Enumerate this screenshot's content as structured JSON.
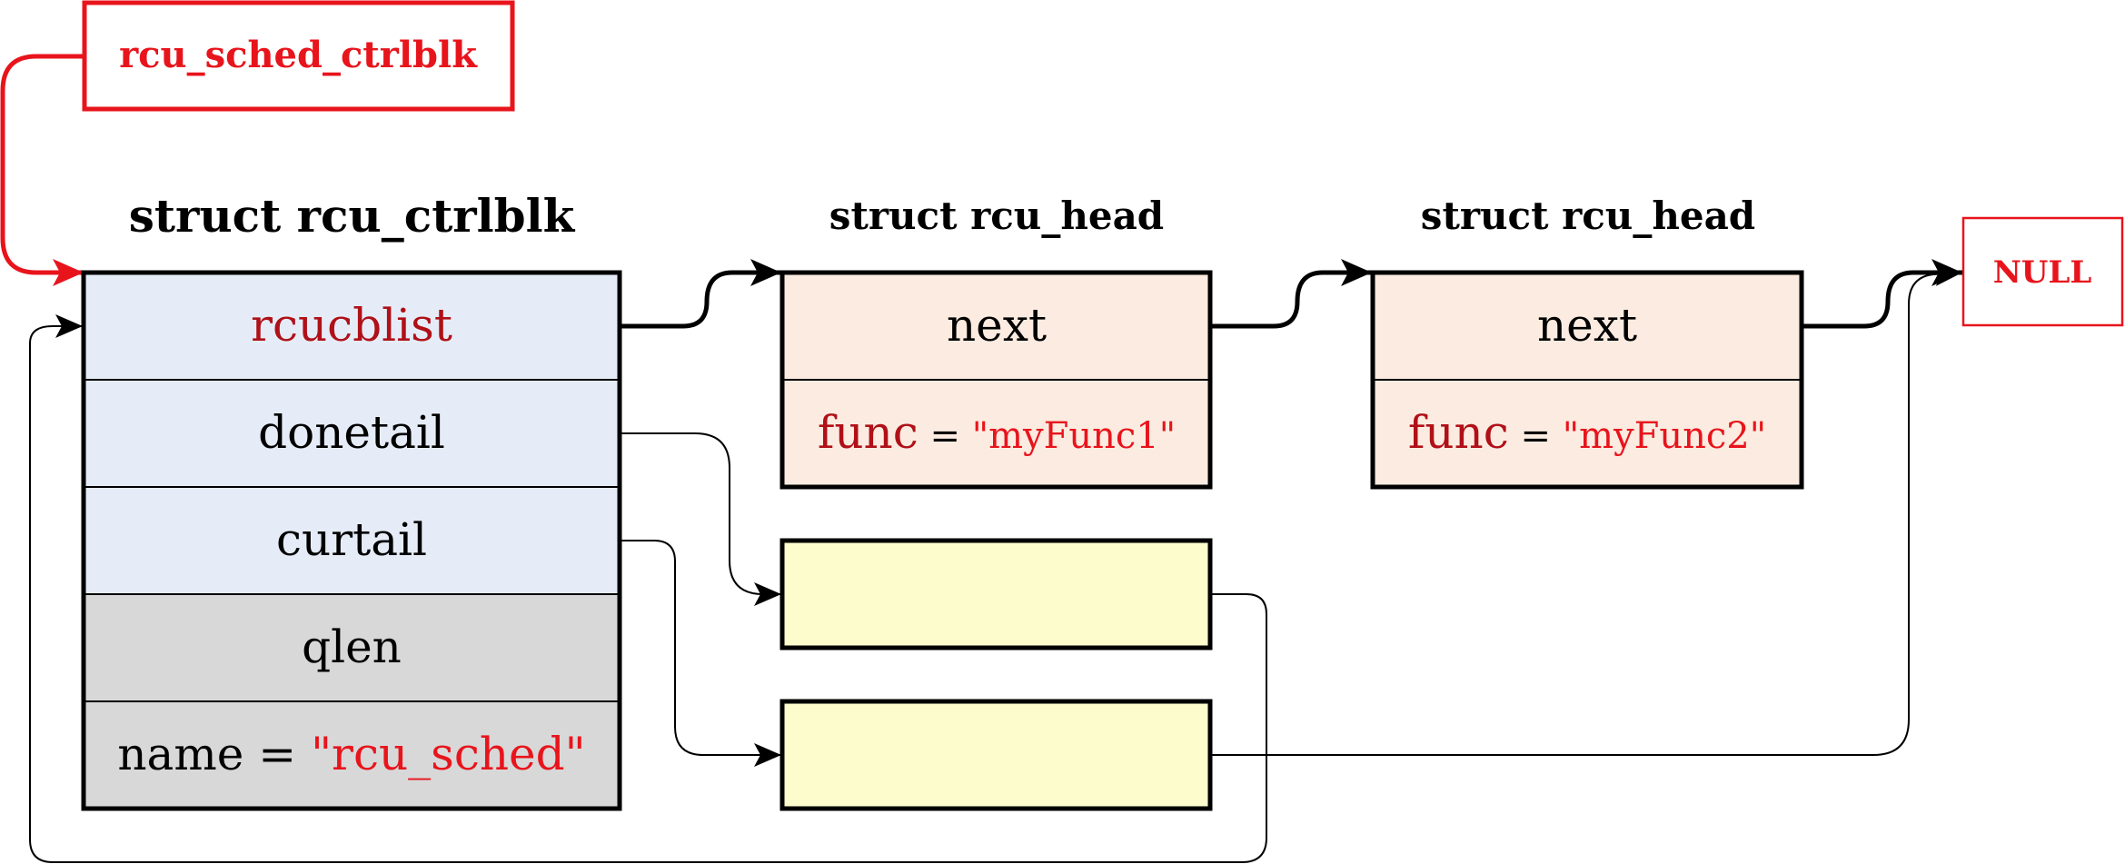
{
  "pointer_label": "rcu_sched_ctrlblk",
  "ctrlblk": {
    "title": "struct rcu_ctrlblk",
    "fields": {
      "rcucblist": "rcucblist",
      "donetail": "donetail",
      "curtail": "curtail",
      "qlen": "qlen",
      "name_key": "name",
      "name_eq": " = ",
      "name_val": "\"rcu_sched\""
    }
  },
  "heads": [
    {
      "title": "struct rcu_head",
      "next": "next",
      "func_key": "func",
      "func_eq": " = ",
      "func_val": "\"myFunc1\""
    },
    {
      "title": "struct rcu_head",
      "next": "next",
      "func_key": "func",
      "func_eq": " = ",
      "func_val": "\"myFunc2\""
    }
  ],
  "null_label": "NULL",
  "colors": {
    "pointer_red": "#e8141c",
    "field_darkred": "#b01018",
    "ctrlblk_fill": "#e5ecf7",
    "gray_fill": "#d8d8d8",
    "head_fill": "#fcebe0",
    "tail_fill": "#fdfccc",
    "stroke": "#000000"
  }
}
